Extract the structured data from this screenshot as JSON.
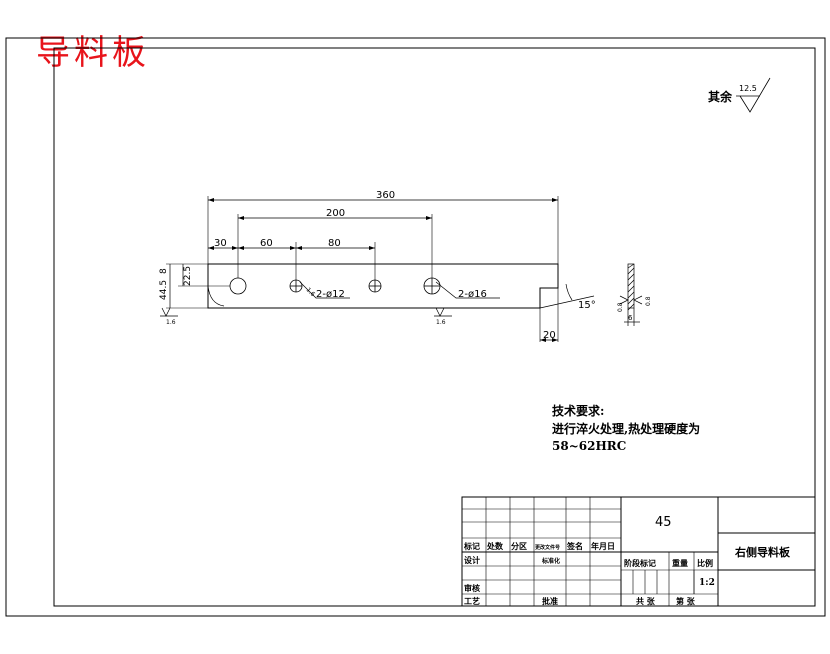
{
  "header": {
    "title": "导料板",
    "title_color": "#e8141b"
  },
  "surface_finish": {
    "label": "其余",
    "value": "12.5"
  },
  "dimensions": {
    "overall": "360",
    "span": "200",
    "d30": "30",
    "d60": "60",
    "d80": "80",
    "h44": "44.5",
    "h8": "8",
    "h22": "22.5",
    "hole_small": "2-ø12",
    "hole_large": "2-ø16",
    "angle": "15°",
    "d20": "20",
    "roughness": "1.6",
    "thick_a": "0.8",
    "thick_b": "0.8",
    "thick_c": "6"
  },
  "tech": {
    "heading": "技术要求:",
    "line1": "进行淬火处理,热处理硬度为",
    "line2": "58~62HRC"
  },
  "title_block": {
    "material": "45",
    "part_name": "右侧导料板",
    "scale_label": "比例",
    "scale_value": "1:2",
    "mark": "标记",
    "count": "处数",
    "zone": "分区",
    "change_doc": "更改文件号",
    "sign": "签名",
    "date": "年月日",
    "design": "设计",
    "standard": "标准化",
    "stage": "阶段标记",
    "weight": "重量",
    "review": "审核",
    "process": "工艺",
    "approve": "批准",
    "total": "共  张",
    "sheet": "第  张"
  }
}
